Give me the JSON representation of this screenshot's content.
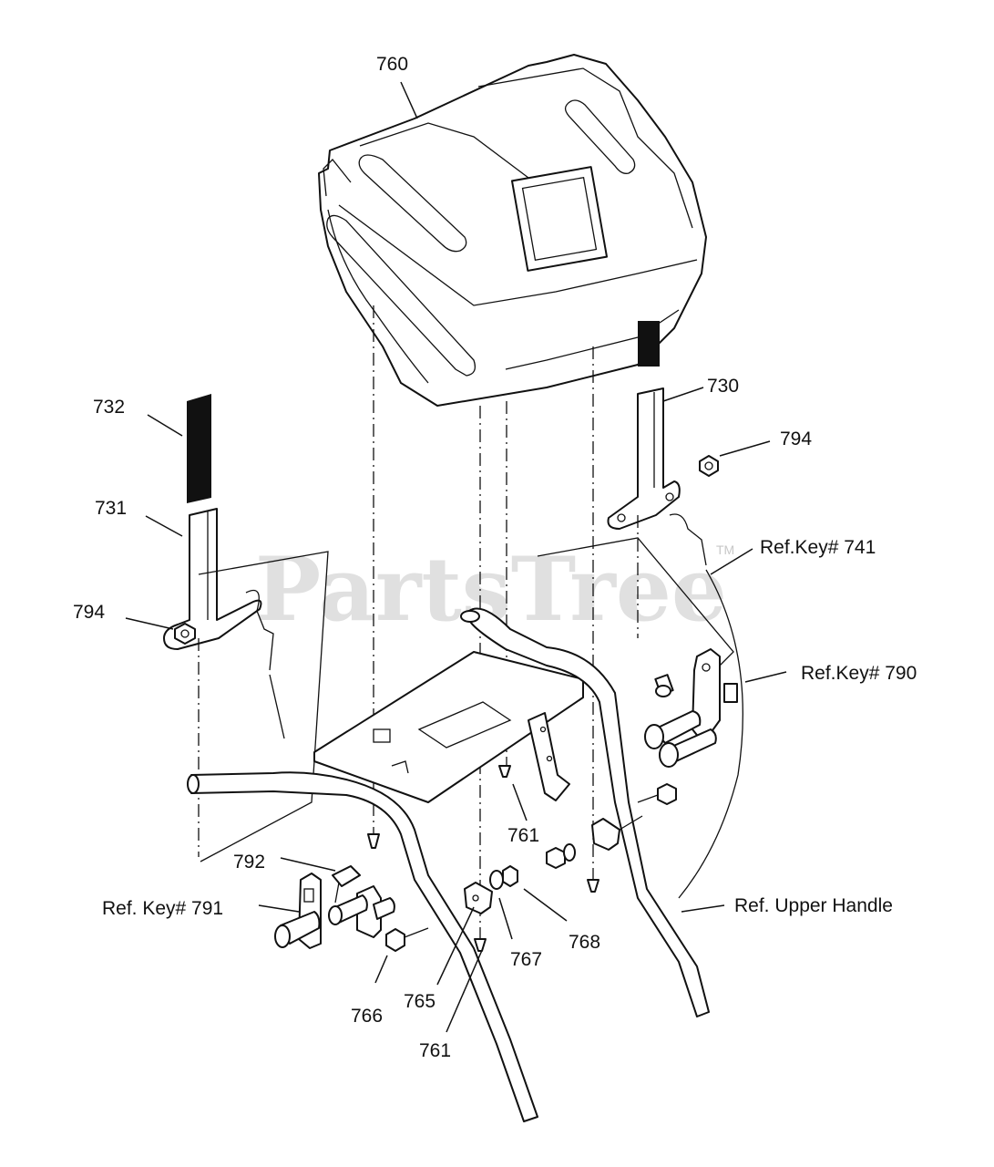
{
  "watermark": {
    "text": "PartsTree",
    "trademark": "TM"
  },
  "callouts": {
    "c760": "760",
    "c732": "732",
    "c731": "731",
    "c794a": "794",
    "c730": "730",
    "c794b": "794",
    "c741": "Ref.Key# 741",
    "c790": "Ref.Key# 790",
    "c792": "792",
    "c791": "Ref. Key# 791",
    "c761a": "761",
    "c768": "768",
    "c767": "767",
    "c766": "766",
    "c765": "765",
    "c761b": "761",
    "cupper": "Ref. Upper Handle"
  }
}
